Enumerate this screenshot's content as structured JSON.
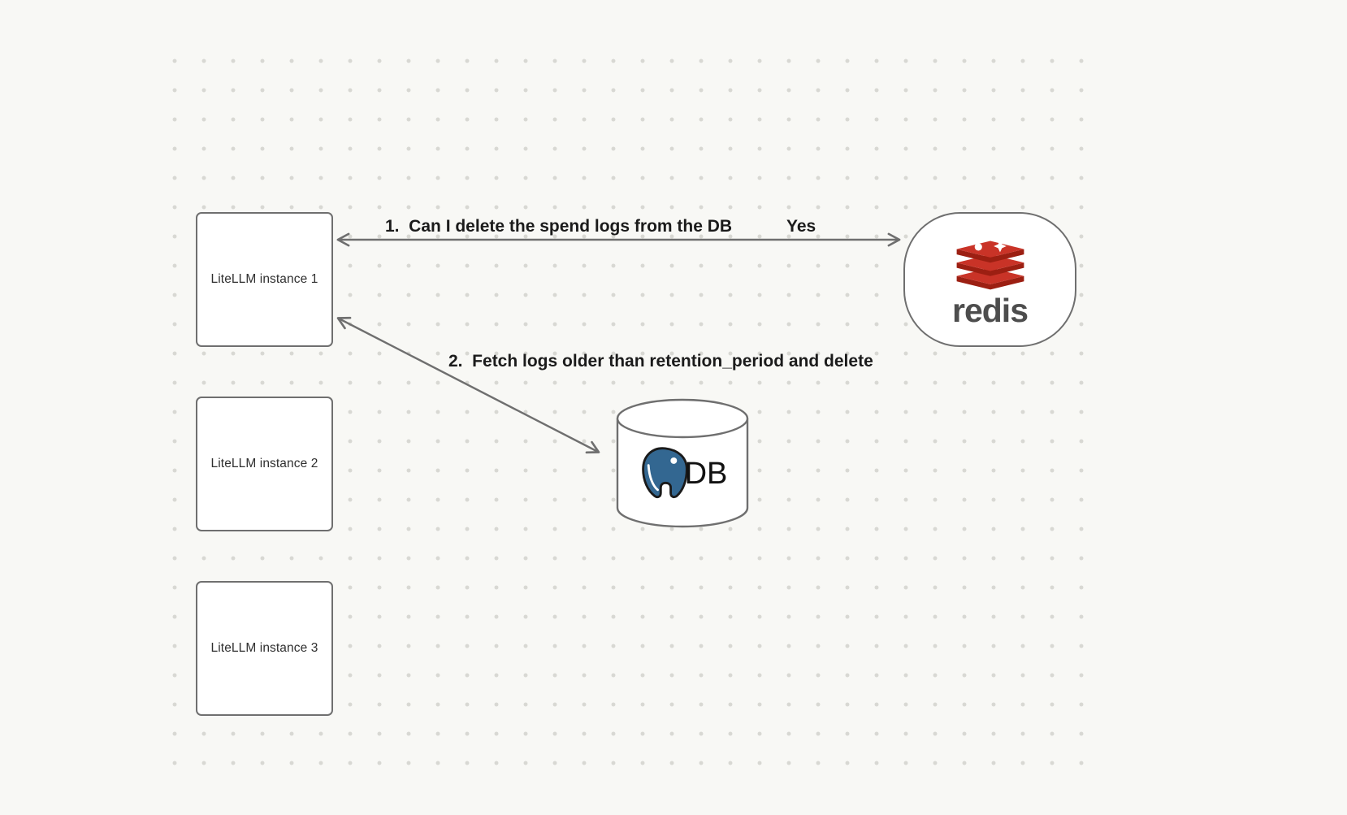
{
  "diagram": {
    "nodes": {
      "instance1": {
        "label": "LiteLLM instance 1"
      },
      "instance2": {
        "label": "LiteLLM instance 2"
      },
      "instance3": {
        "label": "LiteLLM instance 3"
      },
      "redis": {
        "wordmark": "redis"
      },
      "db": {
        "label": "DB"
      }
    },
    "edges": {
      "redis_query": {
        "label": "1.  Can I delete the spend logs from the DB",
        "answer": "Yes"
      },
      "db_fetch": {
        "label": "2.  Fetch logs older than retention_period and delete"
      }
    },
    "colors": {
      "background": "#f8f8f5",
      "grid_dot": "#d8d8d3",
      "node_border": "#6f6f6f",
      "arrow": "#6f6f6f",
      "edge_label_text": "#1b1b1b",
      "node_label_text": "#2f2f2f",
      "redis_red": "#c93327",
      "redis_red_dark": "#9c1f12",
      "redis_wordmark": "#4d4d4d",
      "postgres_blue": "#336791",
      "db_label_text": "#111111"
    }
  }
}
